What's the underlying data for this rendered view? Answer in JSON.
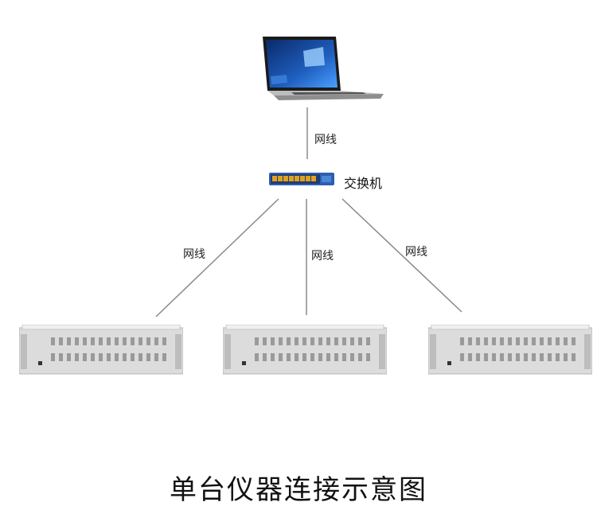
{
  "diagram": {
    "labels": {
      "laptop_to_switch": "网线",
      "switch_name": "交换机",
      "switch_to_left": "网线",
      "switch_to_center": "网线",
      "switch_to_right": "网线"
    },
    "caption": "单台仪器连接示意图",
    "colors": {
      "line": "#8a8a8a",
      "screen_blue": "#1f5fbf",
      "switch_body": "#2d5fb0",
      "chassis": "#e2e2e2"
    }
  }
}
